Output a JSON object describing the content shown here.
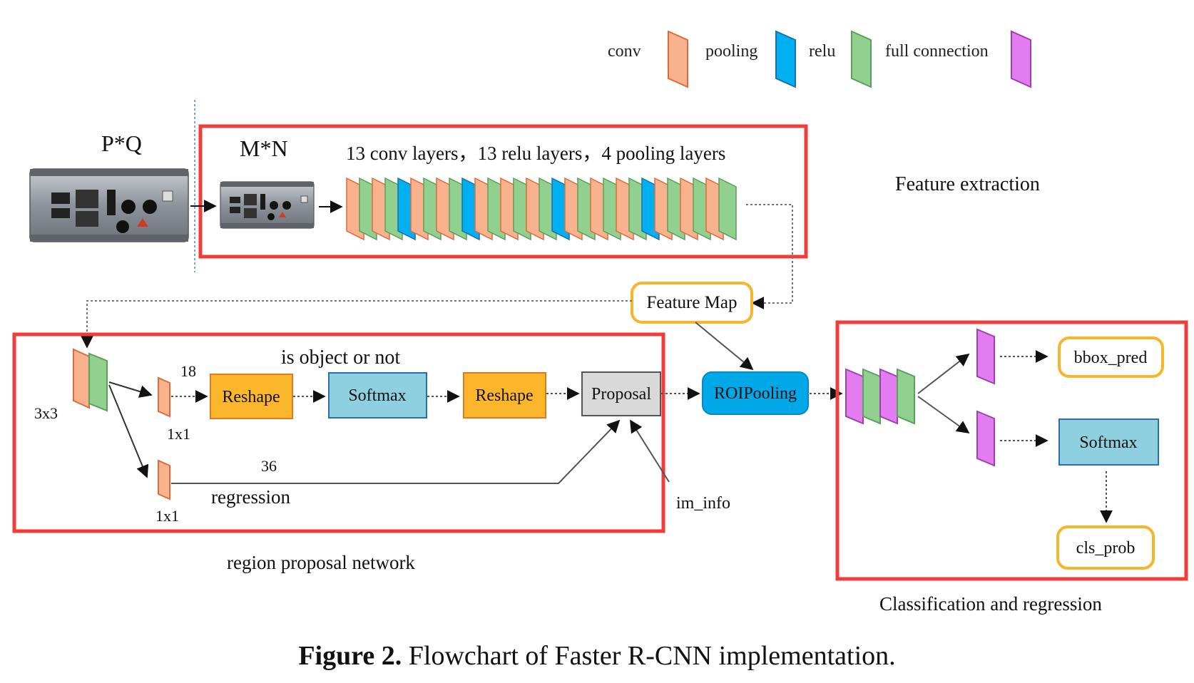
{
  "legend": {
    "items": [
      {
        "label": "conv",
        "color": "#f9b28e"
      },
      {
        "label": "pooling",
        "color": "#00b0f0"
      },
      {
        "label": "relu",
        "color": "#92d08f"
      },
      {
        "label": "full connection",
        "color": "#e27cf0"
      }
    ]
  },
  "colors": {
    "conv": "#f9b28e",
    "pooling": "#00b0f0",
    "relu": "#92d08f",
    "fc": "#e27cf0",
    "red_frame": "#f23b3b",
    "orange_node": "#fbb62c",
    "blue_node": "#8fd0e0",
    "gray_node": "#d9d9d9",
    "roi_node": "#00a8e8",
    "yellow_outline": "#f7b52b"
  },
  "feature_extraction": {
    "input_label": "P*Q",
    "resized_label": "M*N",
    "layers_label": "13 conv layers，13 relu layers，4 pooling layers",
    "section_label": "Feature extraction",
    "stack": [
      "conv",
      "relu",
      "conv",
      "relu",
      "pooling",
      "conv",
      "relu",
      "conv",
      "relu",
      "pooling",
      "conv",
      "relu",
      "conv",
      "relu",
      "conv",
      "relu",
      "pooling",
      "conv",
      "relu",
      "conv",
      "relu",
      "conv",
      "relu",
      "pooling",
      "conv",
      "relu",
      "conv",
      "relu",
      "conv",
      "relu"
    ]
  },
  "feature_map": {
    "label": "Feature Map"
  },
  "rpn": {
    "kernel_3x3": "3x3",
    "branch_top_size": "1x1",
    "branch_top_channels": "18",
    "branch_bottom_size": "1x1",
    "branch_bottom_channels": "36",
    "is_object_label": "is object or not",
    "regression_label": "regression",
    "reshape1": "Reshape",
    "softmax": "Softmax",
    "reshape2": "Reshape",
    "proposal": "Proposal",
    "im_info": "im_info",
    "section_label": "region proposal network"
  },
  "roi_pooling": {
    "label": "ROIPooling"
  },
  "classification": {
    "bbox_pred": "bbox_pred",
    "softmax": "Softmax",
    "cls_prob": "cls_prob",
    "section_label": "Classification and regression"
  },
  "caption": {
    "prefix": "Figure 2.",
    "text": "Flowchart of Faster R-CNN implementation."
  }
}
